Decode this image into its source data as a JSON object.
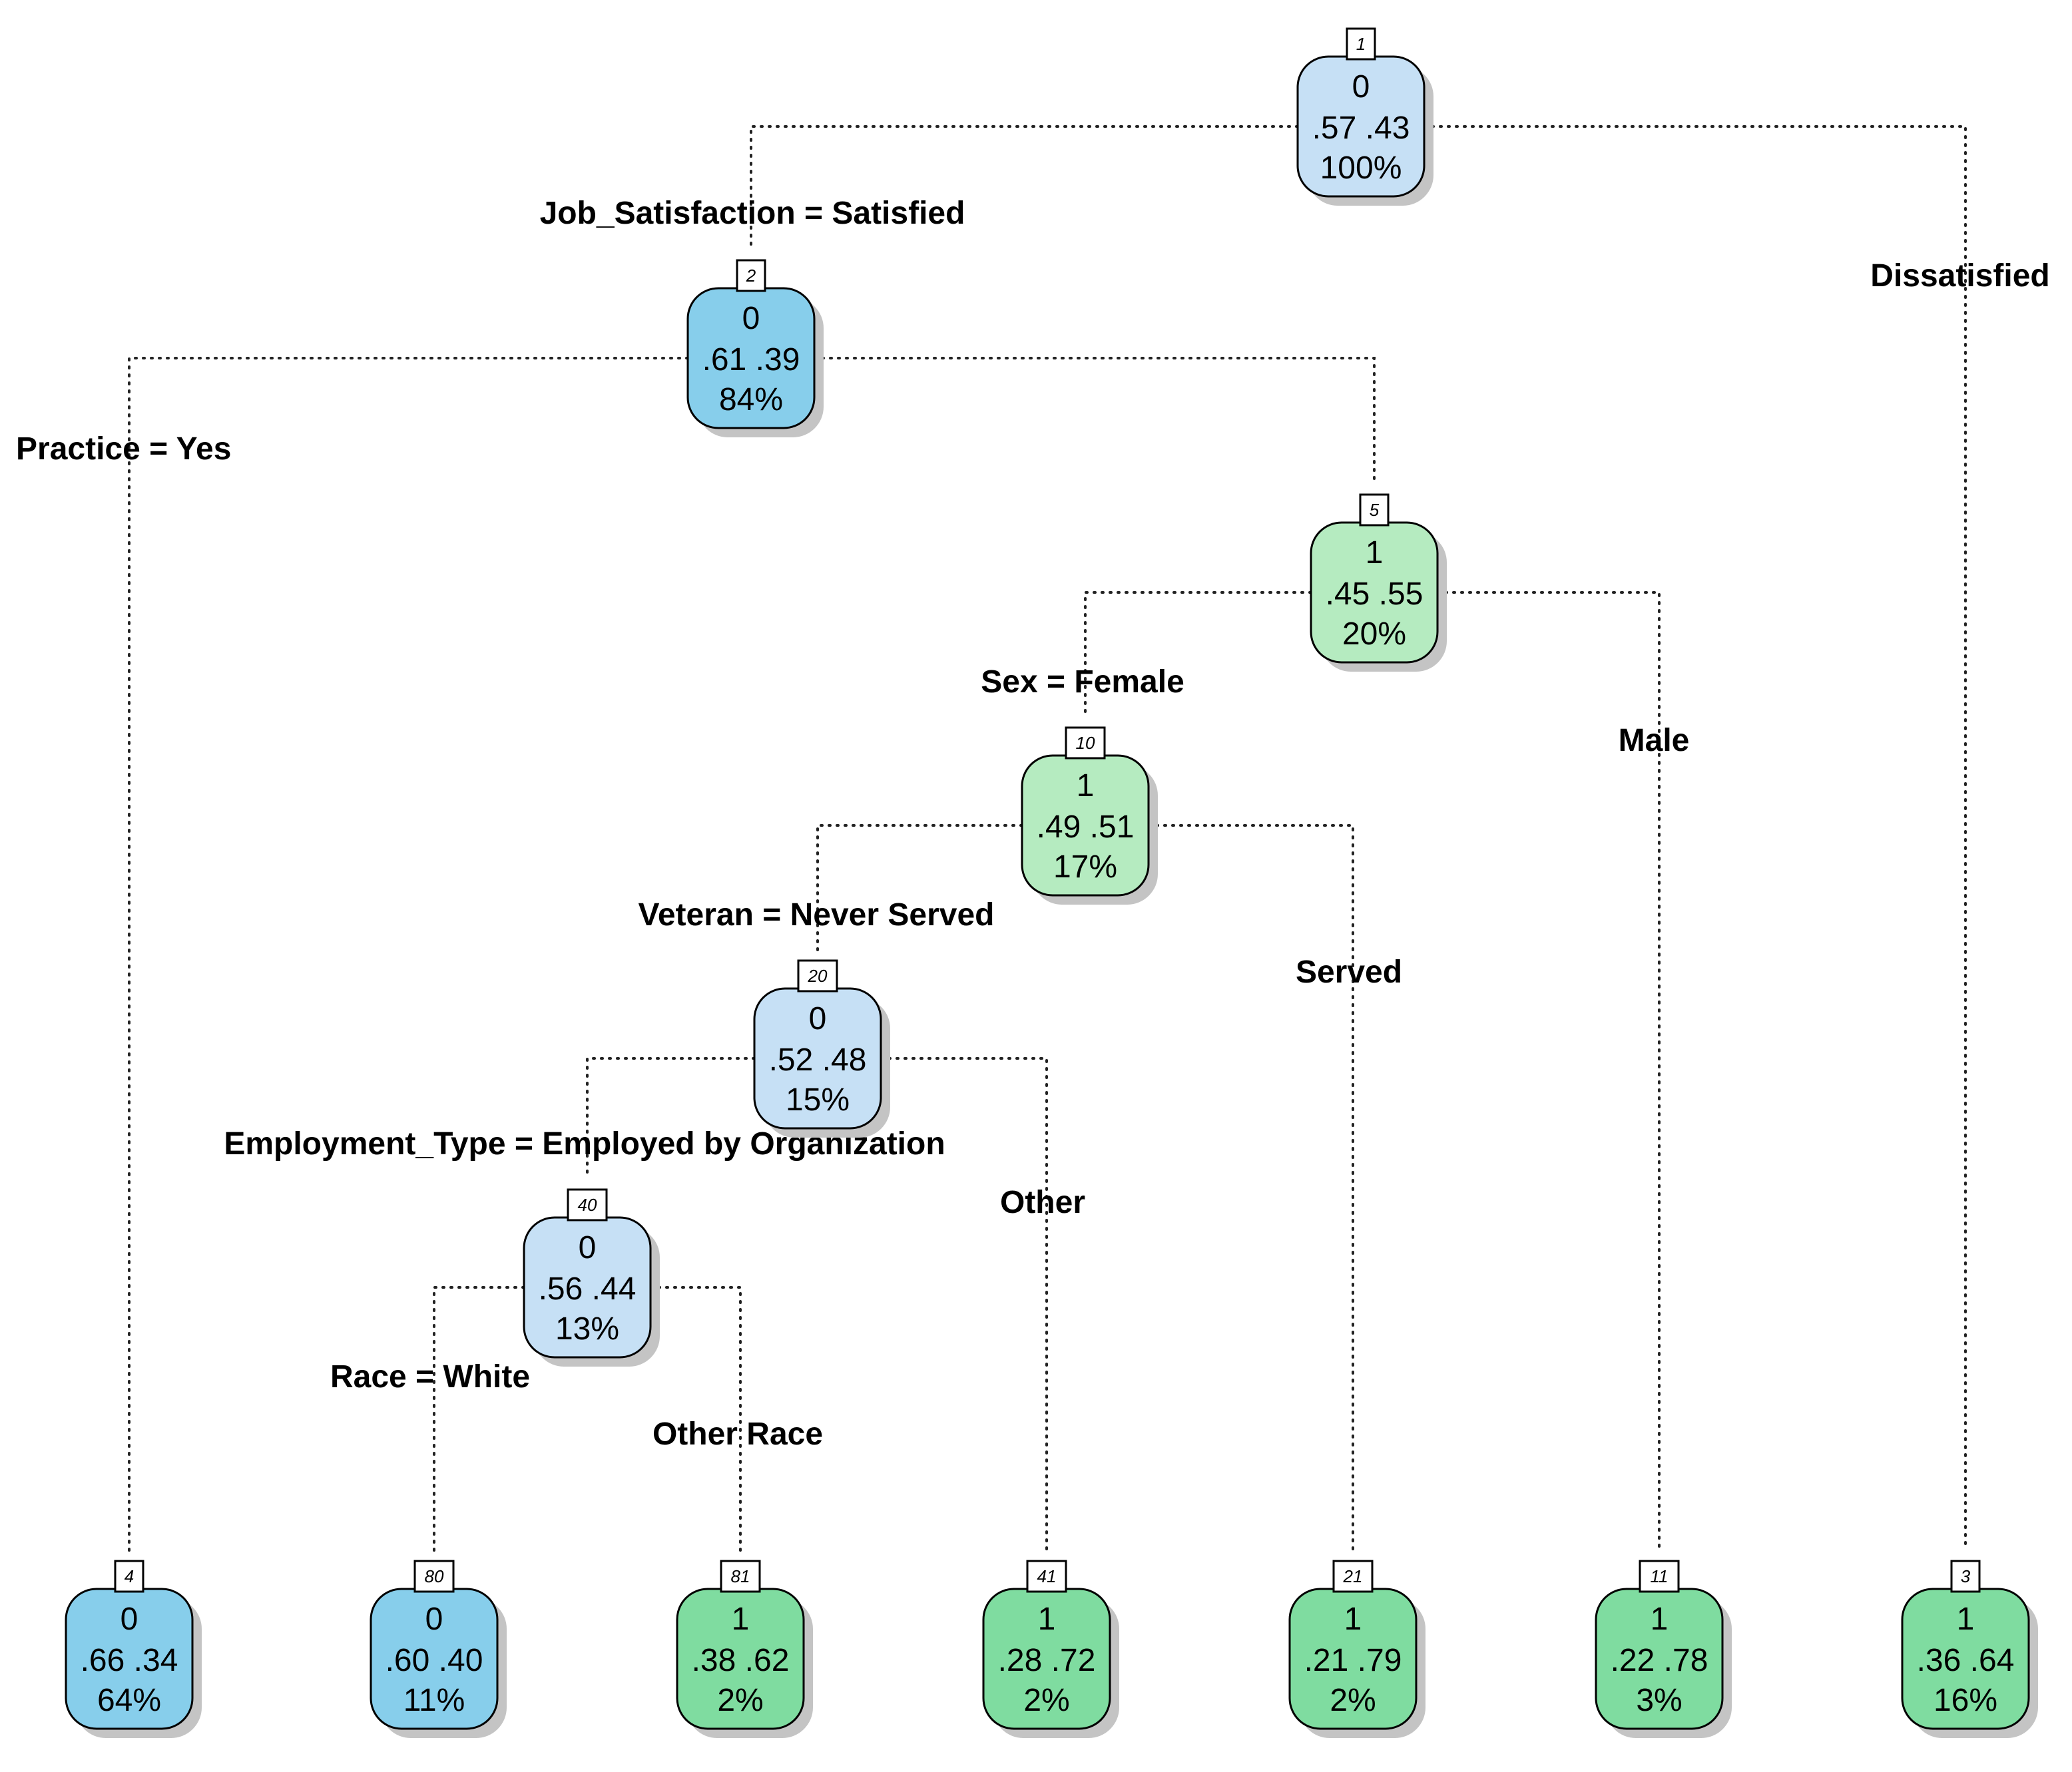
{
  "palette": {
    "class0_light": "#c6e0f5",
    "class0_dark": "#87ceeb",
    "class1_light": "#b5ebc0",
    "class1_dark": "#7fdca0",
    "shadow": "#c4c4c4"
  },
  "nodes": [
    {
      "id": "1",
      "label": "0",
      "probs": ".57  .43",
      "pct": "100%",
      "cls": 0,
      "shade": "light"
    },
    {
      "id": "2",
      "label": "0",
      "probs": ".61  .39",
      "pct": "84%",
      "cls": 0,
      "shade": "dark"
    },
    {
      "id": "5",
      "label": "1",
      "probs": ".45  .55",
      "pct": "20%",
      "cls": 1,
      "shade": "light"
    },
    {
      "id": "10",
      "label": "1",
      "probs": ".49  .51",
      "pct": "17%",
      "cls": 1,
      "shade": "light"
    },
    {
      "id": "20",
      "label": "0",
      "probs": ".52  .48",
      "pct": "15%",
      "cls": 0,
      "shade": "light"
    },
    {
      "id": "40",
      "label": "0",
      "probs": ".56  .44",
      "pct": "13%",
      "cls": 0,
      "shade": "light"
    },
    {
      "id": "4",
      "label": "0",
      "probs": ".66  .34",
      "pct": "64%",
      "cls": 0,
      "shade": "dark"
    },
    {
      "id": "80",
      "label": "0",
      "probs": ".60  .40",
      "pct": "11%",
      "cls": 0,
      "shade": "dark"
    },
    {
      "id": "81",
      "label": "1",
      "probs": ".38  .62",
      "pct": "2%",
      "cls": 1,
      "shade": "dark"
    },
    {
      "id": "41",
      "label": "1",
      "probs": ".28  .72",
      "pct": "2%",
      "cls": 1,
      "shade": "dark"
    },
    {
      "id": "21",
      "label": "1",
      "probs": ".21  .79",
      "pct": "2%",
      "cls": 1,
      "shade": "dark"
    },
    {
      "id": "11",
      "label": "1",
      "probs": ".22  .78",
      "pct": "3%",
      "cls": 1,
      "shade": "dark"
    },
    {
      "id": "3",
      "label": "1",
      "probs": ".36  .64",
      "pct": "16%",
      "cls": 1,
      "shade": "dark"
    }
  ],
  "splits": {
    "job_satisfaction_satisfied": "Job_Satisfaction = Satisfied",
    "dissatisfied": "Dissatisfied",
    "practice_yes": "Practice = Yes",
    "sex_female": "Sex = Female",
    "male": "Male",
    "veteran_never_served": "Veteran = Never Served",
    "served": "Served",
    "employment_type_org": "Employment_Type = Employed by Organization",
    "other": "Other",
    "race_white": "Race = White",
    "other_race": "Other Race"
  }
}
